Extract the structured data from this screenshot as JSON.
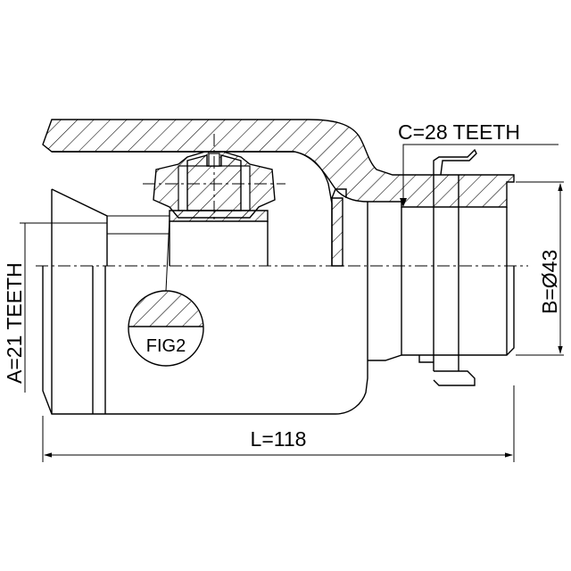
{
  "labels": {
    "c_teeth": "C=28 TEETH",
    "a_teeth": "A=21 TEETH",
    "b_diameter": "B=Ø43",
    "length": "L=118",
    "fig": "FIG2"
  }
}
